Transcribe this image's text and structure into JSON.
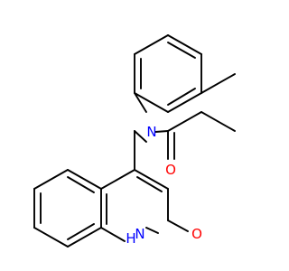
{
  "molecule": {
    "colors": {
      "bond": "#000000",
      "nitrogen": "#0000ff",
      "oxygen": "#ff0000",
      "background": "#ffffff"
    },
    "atoms": {
      "amide_n": {
        "text": "N",
        "element": "N"
      },
      "carbonyl_o": {
        "text": "O",
        "element": "O"
      },
      "ring_nh": {
        "text": "N",
        "element": "N"
      },
      "ring_h": {
        "text": "H",
        "element": "H"
      },
      "ring_o": {
        "text": "O",
        "element": "O"
      }
    }
  }
}
